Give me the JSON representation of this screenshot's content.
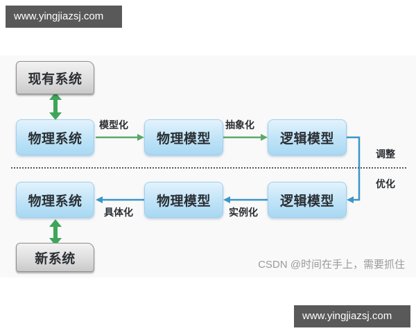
{
  "watermarks": {
    "top": "www.yingjiazsj.com",
    "bottom": "www.yingjiazsj.com"
  },
  "diagram": {
    "top_row": {
      "existing_system": "现有系统",
      "physical_system": "物理系统",
      "physical_model": "物理模型",
      "logical_model": "逻辑模型",
      "edge_modeling": "模型化",
      "edge_abstraction": "抽象化"
    },
    "side_labels": {
      "adjust": "调整",
      "optimize": "优化"
    },
    "bottom_row": {
      "logical_model": "逻辑模型",
      "physical_model": "物理模型",
      "physical_system": "物理系统",
      "new_system": "新系统",
      "edge_instantiation": "实例化",
      "edge_concretization": "具体化"
    },
    "colors": {
      "green_arrow": "#5aaa6a",
      "blue_arrow": "#3b95c8",
      "double_arrow": "#3fa55a",
      "divider": "#555555"
    }
  },
  "credit": "CSDN @时间在手上，需要抓住"
}
